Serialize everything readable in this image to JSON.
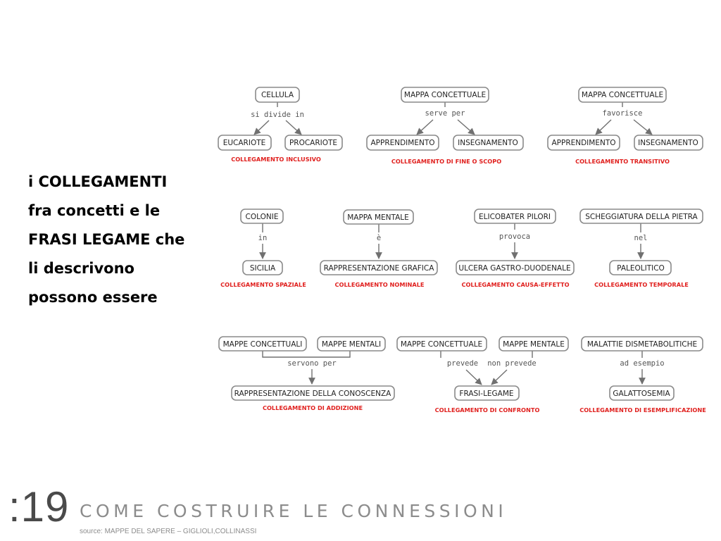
{
  "intro": {
    "lines": [
      "i COLLEGAMENTI",
      "fra concetti e le",
      "FRASI LEGAME che",
      "li descrivono",
      "possono essere"
    ]
  },
  "diagrams": {
    "inclusivo": {
      "top": "CELLULA",
      "link": "si divide in",
      "left": "EUCARIOTE",
      "right": "PROCARIOTE",
      "caption": "COLLEGAMENTO INCLUSIVO"
    },
    "fine_scopo": {
      "top": "MAPPA CONCETTUALE",
      "link": "serve per",
      "left": "APPRENDIMENTO",
      "right": "INSEGNAMENTO",
      "caption": "COLLEGAMENTO DI FINE O SCOPO"
    },
    "transitivo": {
      "top": "MAPPA CONCETTUALE",
      "link": "favorisce",
      "left": "APPRENDIMENTO",
      "right": "INSEGNAMENTO",
      "caption": "COLLEGAMENTO TRANSITIVO"
    },
    "spaziale": {
      "top": "COLONIE",
      "link": "in",
      "bottom": "SICILIA",
      "caption": "COLLEGAMENTO SPAZIALE"
    },
    "nominale": {
      "top": "MAPPA MENTALE",
      "link": "è",
      "bottom": "RAPPRESENTAZIONE GRAFICA",
      "caption": "COLLEGAMENTO NOMINALE"
    },
    "causa_effetto": {
      "top": "ELICOBATER PILORI",
      "link": "provoca",
      "bottom": "ULCERA GASTRO-DUODENALE",
      "caption": "COLLEGAMENTO CAUSA-EFFETTO"
    },
    "temporale": {
      "top": "SCHEGGIATURA DELLA PIETRA",
      "link": "nel",
      "bottom": "PALEOLITICO",
      "caption": "COLLEGAMENTO TEMPORALE"
    },
    "addizione": {
      "left": "MAPPE CONCETTUALI",
      "right": "MAPPE MENTALI",
      "link": "servono per",
      "bottom": "RAPPRESENTAZIONE DELLA CONOSCENZA",
      "caption": "COLLEGAMENTO DI ADDIZIONE"
    },
    "confronto": {
      "left": "MAPPE CONCETTUALE",
      "right": "MAPPE MENTALE",
      "link_left": "prevede",
      "link_right": "non prevede",
      "bottom": "FRASI-LEGAME",
      "caption": "COLLEGAMENTO DI CONFRONTO"
    },
    "esemplificazione": {
      "top": "MALATTIE DISMETABOLITICHE",
      "link": "ad esempio",
      "bottom": "GALATTOSEMIA",
      "caption": "COLLEGAMENTO DI ESEMPLIFICAZIONE"
    }
  },
  "footer": {
    "page_number": ":19",
    "title": "COME COSTRUIRE LE CONNESSIONI",
    "source": "source: MAPPE DEL SAPERE – GIGLIOLI,COLLINASSI"
  }
}
